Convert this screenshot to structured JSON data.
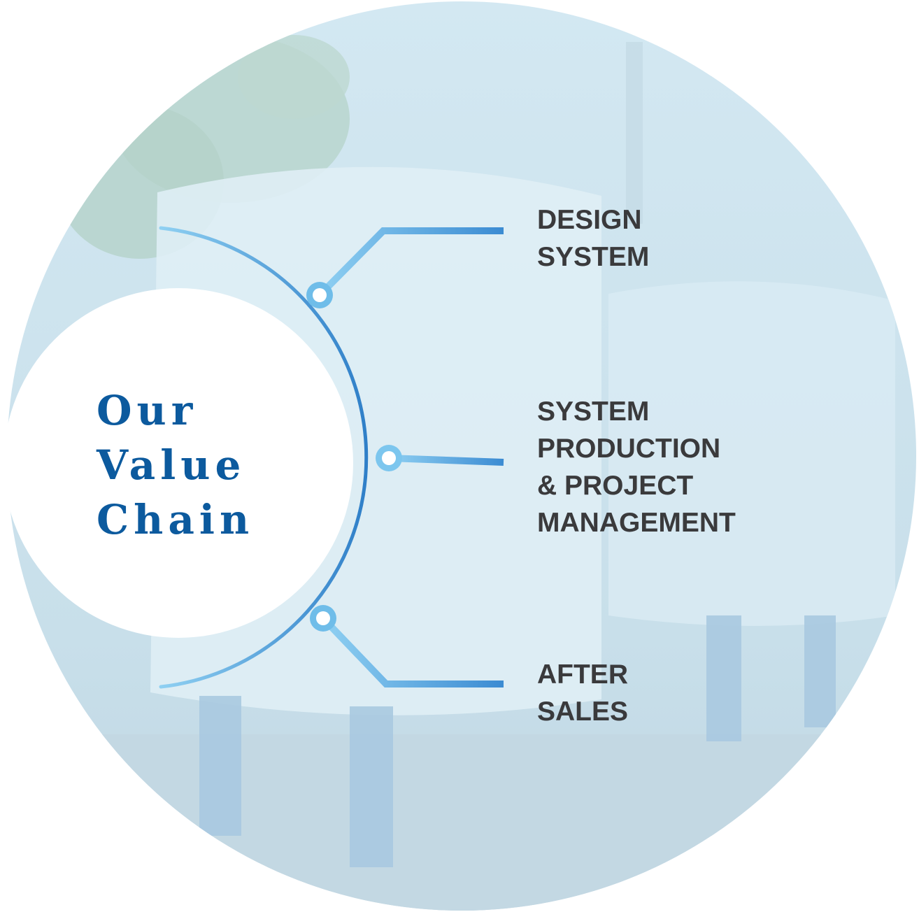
{
  "title": {
    "lines": [
      "Our",
      "Value",
      "Chain"
    ]
  },
  "stages": [
    {
      "lines": [
        "DESIGN",
        "SYSTEM"
      ]
    },
    {
      "lines": [
        "SYSTEM",
        "PRODUCTION",
        "& PROJECT",
        "MANAGEMENT"
      ]
    },
    {
      "lines": [
        "AFTER",
        "SALES"
      ]
    }
  ],
  "colors": {
    "title": "#0c5a9e",
    "label": "#3a3a3c",
    "arc_light": "#8fd0f2",
    "arc_dark": "#2f7fc8",
    "background_tint": "#cde3ee"
  }
}
